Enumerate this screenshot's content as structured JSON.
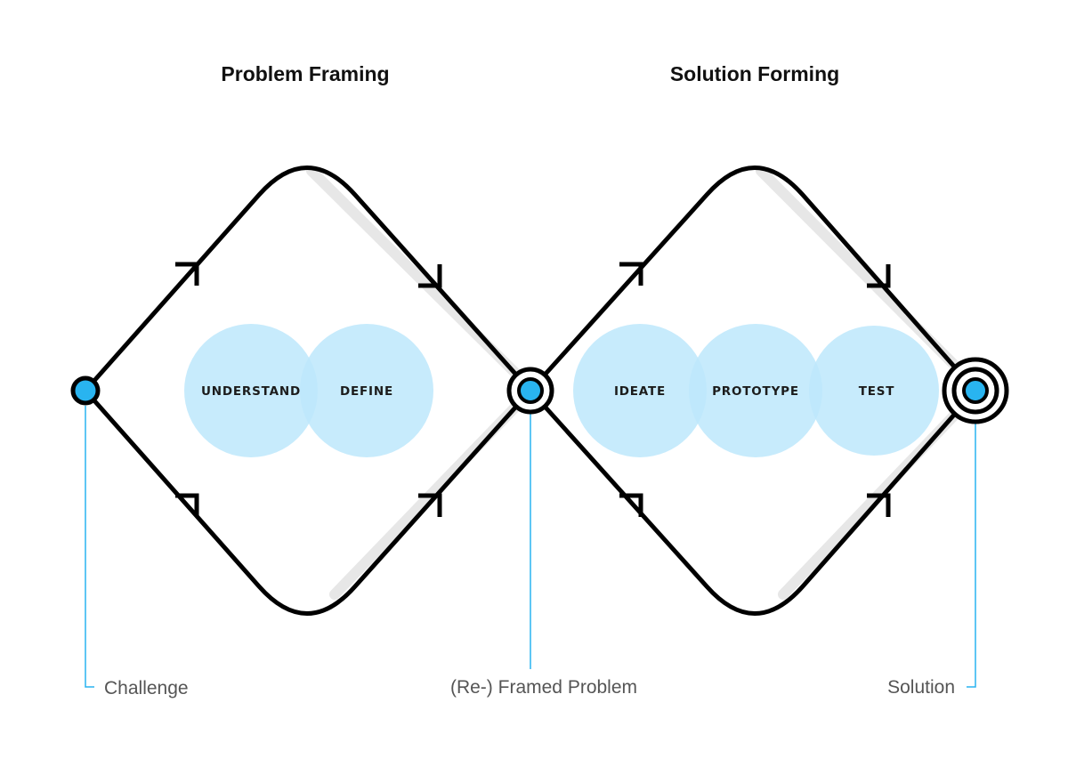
{
  "phases": {
    "problem_framing": "Problem Framing",
    "solution_forming": "Solution Forming"
  },
  "stages": {
    "understand": "UNDERSTAND",
    "define": "DEFINE",
    "ideate": "IDEATE",
    "prototype": "PROTOTYPE",
    "test": "TEST"
  },
  "milestones": {
    "challenge": "Challenge",
    "reframed_problem": "(Re-) Framed Problem",
    "solution": "Solution"
  },
  "colors": {
    "outline": "#000000",
    "accent": "#29b4f0",
    "bubble": "#bde8fb",
    "shadow": "#e7e7e7",
    "label": "#555555"
  }
}
